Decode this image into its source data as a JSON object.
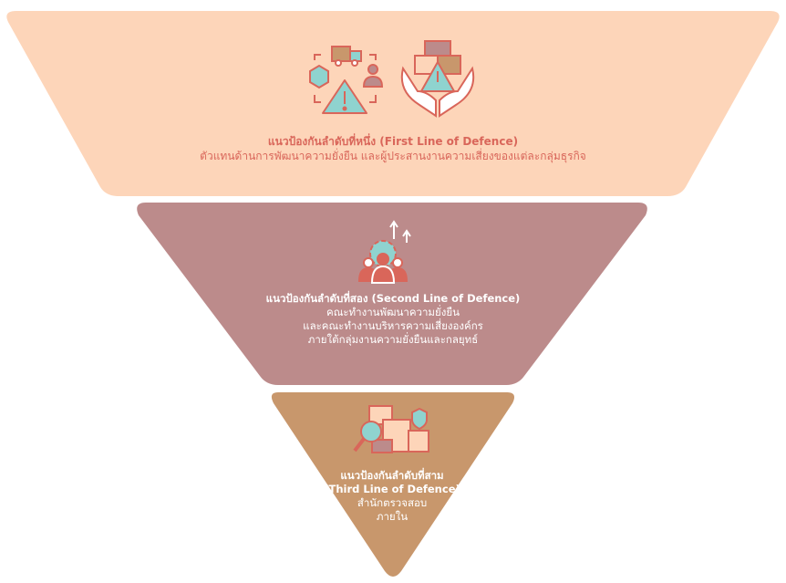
{
  "colors": {
    "tier1": "#fdd5b9",
    "tier2": "#bc8b8b",
    "tier3": "#c8976c",
    "accent": "#d9665a",
    "teal": "#8fd3cf"
  },
  "tiers": [
    {
      "title": "แนวป้องกันลำดับที่หนึ่ง (First Line of Defence)",
      "lines": [
        "ตัวแทนด้านการพัฒนาความยั่งยืน และผู้ประสานงานความเสี่ยงของแต่ละกลุ่มธุรกิจ"
      ],
      "icons": [
        "supply-chain-risk-icon",
        "hands-holding-risk-icon"
      ]
    },
    {
      "title": "แนวป้องกันลำดับที่สอง (Second Line of Defence)",
      "lines": [
        "คณะทำงานพัฒนาความยั่งยืน",
        "และคณะทำงานบริหารความเสี่ยงองค์กร",
        "ภายใต้กลุ่มงานความยั่งยืนและกลยุทธ์"
      ],
      "icons": [
        "team-growth-icon"
      ]
    },
    {
      "title_lines": [
        "แนวป้องกันลำดับที่สาม",
        "(Third Line of Defence)"
      ],
      "lines": [
        "สำนักตรวจสอบ",
        "ภายใน"
      ],
      "icons": [
        "audit-inspection-icon"
      ]
    }
  ]
}
